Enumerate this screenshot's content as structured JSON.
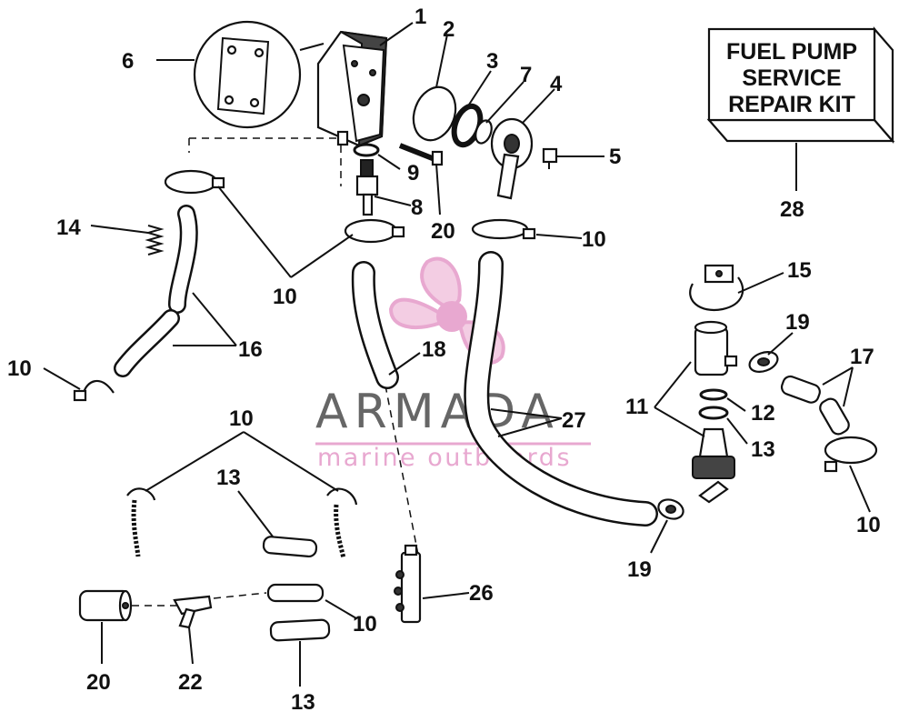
{
  "kit_box": {
    "lines": [
      "FUEL PUMP",
      "SERVICE",
      "REPAIR KIT"
    ]
  },
  "watermark": {
    "brand": "ARMADA",
    "tagline": "marine outboards",
    "color_dark": "#666666",
    "color_pink": "#e8a8d0"
  },
  "callouts": {
    "c1": "1",
    "c2": "2",
    "c3": "3",
    "c7": "7",
    "c4": "4",
    "c6": "6",
    "c5": "5",
    "c9": "9",
    "c8": "8",
    "c20a": "20",
    "c10a": "10",
    "c14": "14",
    "c10b": "10",
    "c28": "28",
    "c15": "15",
    "c19a": "19",
    "c17": "17",
    "c16": "16",
    "c18": "18",
    "c10c": "10",
    "c11": "11",
    "c12": "12",
    "c13a": "13",
    "c27": "27",
    "c10d": "10",
    "c13b": "13",
    "c10e": "10",
    "c19b": "19",
    "c26": "26",
    "c10f": "10",
    "c20b": "20",
    "c22": "22",
    "c13c": "13"
  }
}
